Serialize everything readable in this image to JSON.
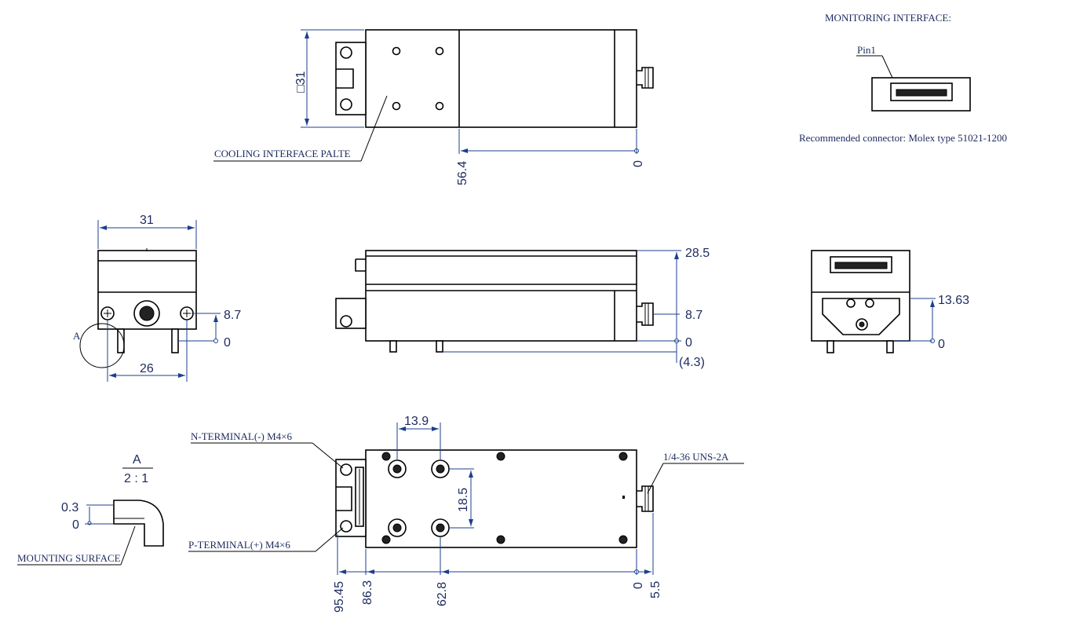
{
  "labels": {
    "monitoring_interface": "MONITORING INTERFACE:",
    "pin1": "Pin1",
    "recommended_connector": "Recommended connector: Molex type 51021-1200",
    "cooling_interface": "COOLING INTERFACE PALTE",
    "n_terminal": "N-TERMINAL(-) M4×6",
    "p_terminal": "P-TERMINAL(+) M4×6",
    "thread": "1/4-36 UNS-2A",
    "mounting_surface": "MOUNTING SURFACE",
    "detail_letter": "A",
    "detail_title": "A",
    "detail_scale": "2 : 1"
  },
  "dimensions": {
    "square_31": "□31",
    "top_56_4": "56.4",
    "top_0": "0",
    "front_width_31": "31",
    "front_8_7": "8.7",
    "front_0": "0",
    "front_26": "26",
    "side_28_5": "28.5",
    "side_8_7": "8.7",
    "side_0": "0",
    "side_4_3": "(4.3)",
    "rear_13_63": "13.63",
    "rear_0": "0",
    "bottom_13_9": "13.9",
    "bottom_18_5": "18.5",
    "bottom_95_45": "95.45",
    "bottom_86_3": "86.3",
    "bottom_62_8": "62.8",
    "bottom_0": "0",
    "bottom_5_5": "5.5",
    "detail_0_3": "0.3",
    "detail_0": "0"
  },
  "colors": {
    "line": "#000000",
    "dimension_text": "#1c2a5e",
    "dimension_line": "#1c3f8c"
  }
}
